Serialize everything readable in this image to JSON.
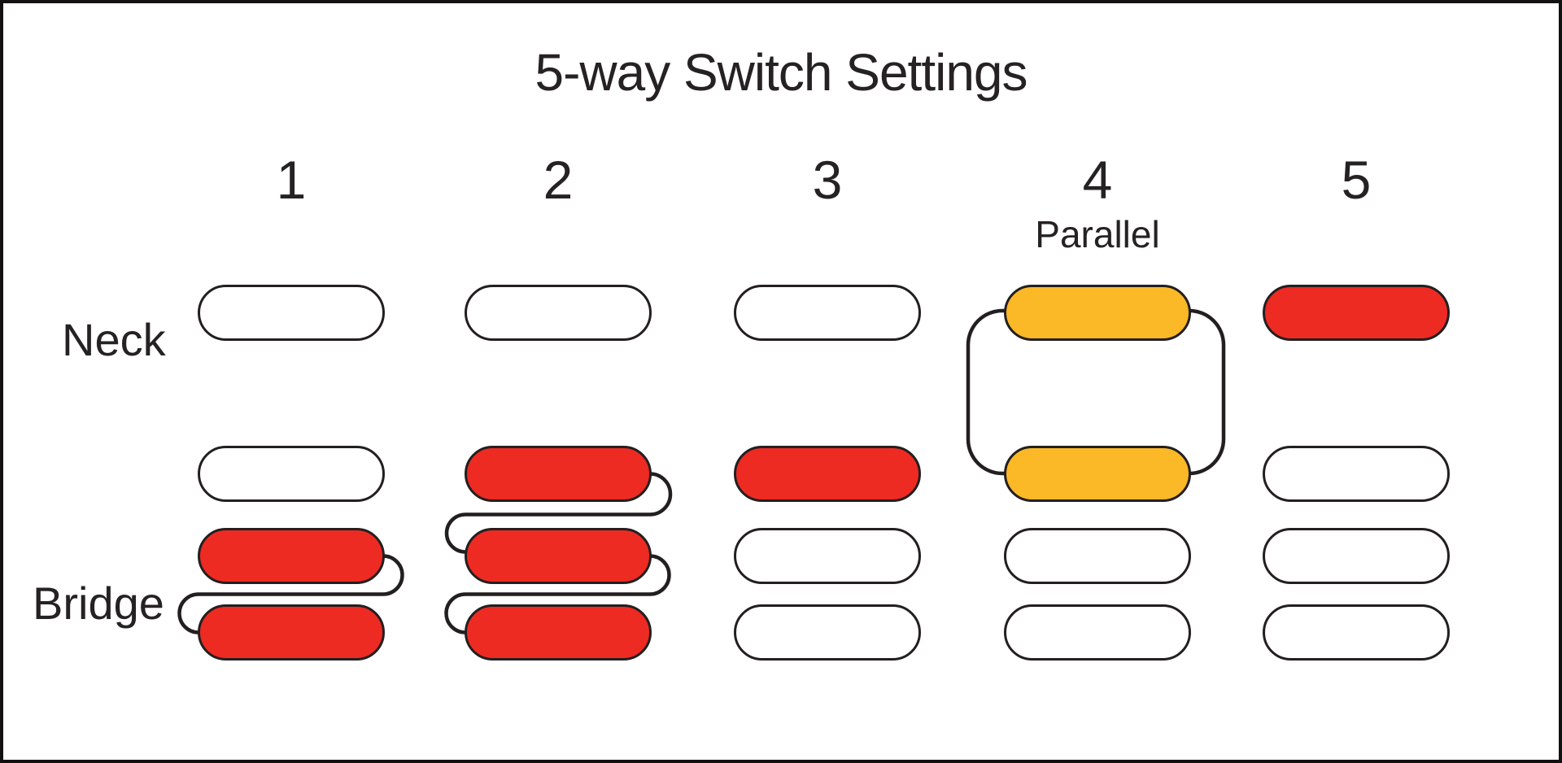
{
  "title": "5-way Switch Settings",
  "row_labels": {
    "neck": "Neck",
    "bridge": "Bridge"
  },
  "legend_colors": {
    "active": "#ED2B23",
    "parallel_active": "#FBB827",
    "inactive": "#FFFFFF",
    "outline": "#231F20"
  },
  "pickup_rows": [
    "neck",
    "middle",
    "bridge-coil-1",
    "bridge-coil-2"
  ],
  "columns": [
    {
      "label": "1",
      "sublabel": "",
      "pickups": [
        {
          "name": "neck",
          "state": "off"
        },
        {
          "name": "middle",
          "state": "off"
        },
        {
          "name": "bridge-coil-1",
          "state": "on"
        },
        {
          "name": "bridge-coil-2",
          "state": "on"
        }
      ],
      "connections": [
        {
          "type": "series",
          "between": [
            "bridge-coil-1",
            "bridge-coil-2"
          ]
        }
      ]
    },
    {
      "label": "2",
      "sublabel": "",
      "pickups": [
        {
          "name": "neck",
          "state": "off"
        },
        {
          "name": "middle",
          "state": "on"
        },
        {
          "name": "bridge-coil-1",
          "state": "on"
        },
        {
          "name": "bridge-coil-2",
          "state": "on"
        }
      ],
      "connections": [
        {
          "type": "series",
          "between": [
            "middle",
            "bridge-coil-1"
          ]
        },
        {
          "type": "series",
          "between": [
            "bridge-coil-1",
            "bridge-coil-2"
          ]
        }
      ]
    },
    {
      "label": "3",
      "sublabel": "",
      "pickups": [
        {
          "name": "neck",
          "state": "off"
        },
        {
          "name": "middle",
          "state": "on"
        },
        {
          "name": "bridge-coil-1",
          "state": "off"
        },
        {
          "name": "bridge-coil-2",
          "state": "off"
        }
      ],
      "connections": []
    },
    {
      "label": "4",
      "sublabel": "Parallel",
      "pickups": [
        {
          "name": "neck",
          "state": "parallel"
        },
        {
          "name": "middle",
          "state": "parallel"
        },
        {
          "name": "bridge-coil-1",
          "state": "off"
        },
        {
          "name": "bridge-coil-2",
          "state": "off"
        }
      ],
      "connections": [
        {
          "type": "parallel",
          "between": [
            "neck",
            "middle"
          ]
        }
      ]
    },
    {
      "label": "5",
      "sublabel": "",
      "pickups": [
        {
          "name": "neck",
          "state": "on"
        },
        {
          "name": "middle",
          "state": "off"
        },
        {
          "name": "bridge-coil-1",
          "state": "off"
        },
        {
          "name": "bridge-coil-2",
          "state": "off"
        }
      ],
      "connections": []
    }
  ]
}
